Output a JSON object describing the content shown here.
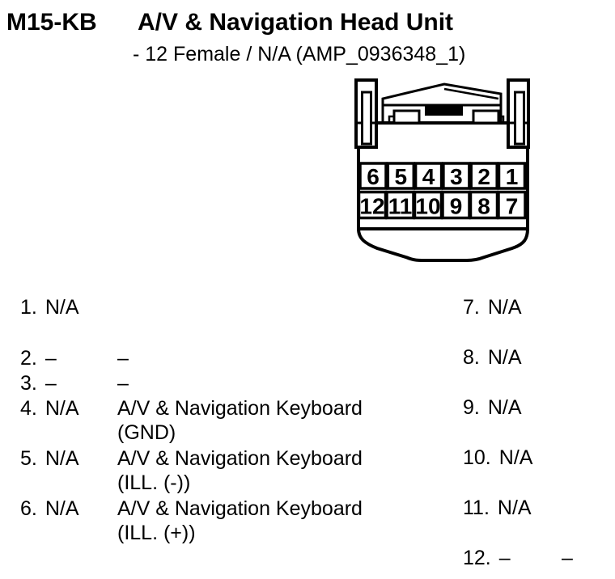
{
  "header": {
    "code": "M15-KB",
    "title": "A/V & Navigation Head Unit",
    "subtitle": "- 12 Female / N/A (AMP_0936348_1)"
  },
  "connector": {
    "type": "12-pin female connector",
    "line_color": "#000000",
    "pin_grid_top_row": [
      "6",
      "5",
      "4",
      "3",
      "2",
      "1"
    ],
    "pin_grid_bottom_row": [
      "12",
      "11",
      "10",
      "9",
      "8",
      "7"
    ]
  },
  "pins_left": [
    {
      "num": "1.",
      "value": "N/A",
      "desc": [
        "",
        ""
      ]
    },
    {
      "num": "2.",
      "value": "–",
      "desc": [
        "–",
        ""
      ]
    },
    {
      "num": "3.",
      "value": "–",
      "desc": [
        "–",
        ""
      ]
    },
    {
      "num": "4.",
      "value": "N/A",
      "desc": [
        "A/V & Navigation Keyboard",
        "(GND)"
      ]
    },
    {
      "num": "5.",
      "value": "N/A",
      "desc": [
        "A/V & Navigation Keyboard",
        "(ILL. (-))"
      ]
    },
    {
      "num": "6.",
      "value": "N/A",
      "desc": [
        "A/V & Navigation Keyboard",
        "(ILL. (+))"
      ]
    }
  ],
  "pins_right": [
    {
      "num": "7.",
      "value": "N/A",
      "desc": ""
    },
    {
      "num": "8.",
      "value": "N/A",
      "desc": ""
    },
    {
      "num": "9.",
      "value": "N/A",
      "desc": ""
    },
    {
      "num": "10.",
      "value": "N/A",
      "desc": ""
    },
    {
      "num": "11.",
      "value": "N/A",
      "desc": ""
    },
    {
      "num": "12.",
      "value": "–",
      "desc": "–"
    }
  ]
}
